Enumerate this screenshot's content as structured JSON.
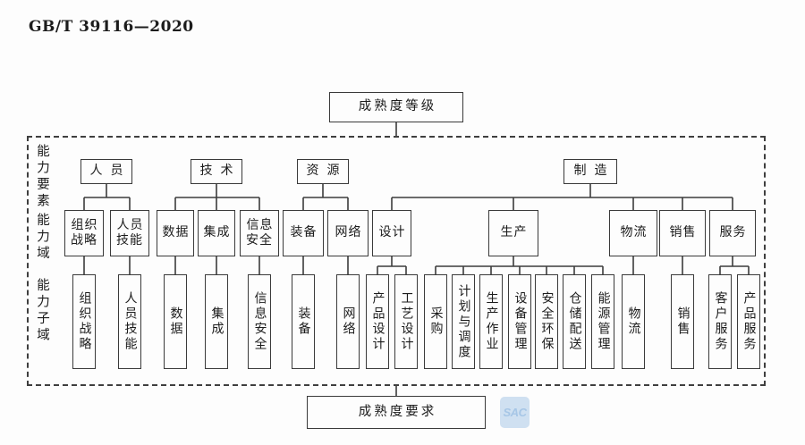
{
  "header": {
    "doc_number": "GB/T 39116—2020"
  },
  "diagram": {
    "top_box": "成熟度等级",
    "bottom_box": "成熟度要求",
    "side_labels": [
      "能力要素",
      "能力域",
      "能力子域"
    ],
    "elements": [
      "人员",
      "技术",
      "资源",
      "制造"
    ],
    "domains": [
      "组织\n战略",
      "人员\n技能",
      "数据",
      "集成",
      "信息\n安全",
      "装备",
      "网络",
      "设计",
      "生产",
      "物流",
      "销售",
      "服务"
    ],
    "subdomains": [
      "组织战略",
      "人员技能",
      "数据",
      "集成",
      "信息安全",
      "装备",
      "网络",
      "产品设计",
      "工艺设计",
      "采购",
      "计划与调度",
      "生产作业",
      "设备管理",
      "安全环保",
      "仓储配送",
      "能源管理",
      "物流",
      "销售",
      "客户服务",
      "产品服务"
    ],
    "watermark": {
      "label": "SAC",
      "color": "#cfe0f1"
    },
    "line_color": "#3c3c3c"
  }
}
